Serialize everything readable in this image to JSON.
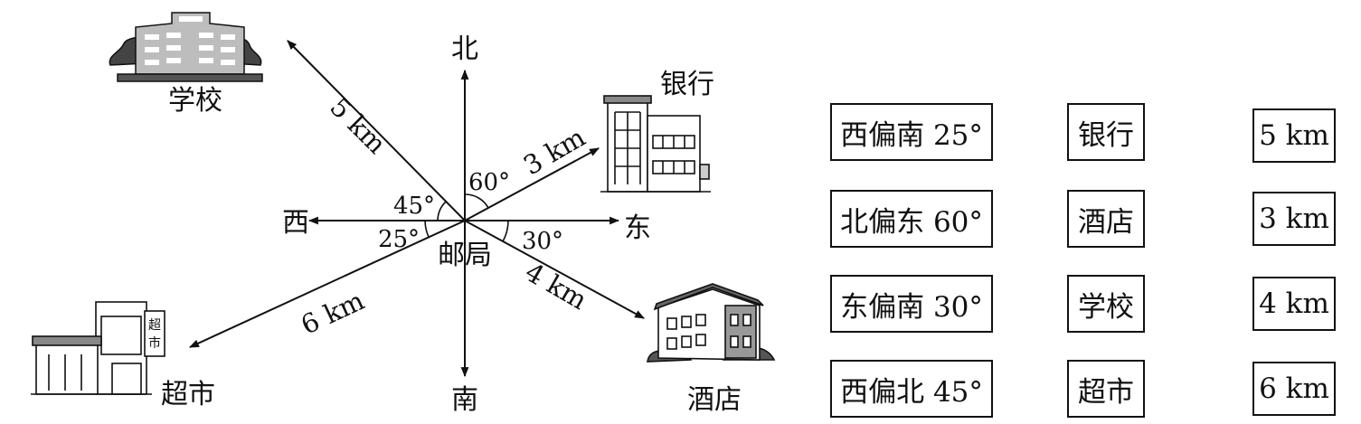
{
  "diagram": {
    "center_label": "邮局",
    "compass": {
      "north": "北",
      "south": "南",
      "east": "东",
      "west": "西"
    },
    "places": {
      "school": "学校",
      "bank": "银行",
      "hotel": "酒店",
      "supermarket": "超市",
      "supermarket_sign": [
        "超",
        "市"
      ]
    },
    "angles": {
      "school": "45°",
      "bank": "60°",
      "hotel": "30°",
      "supermarket": "25°"
    },
    "distances": {
      "school": "5 km",
      "bank": "3 km",
      "hotel": "4 km",
      "supermarket": "6 km"
    }
  },
  "matching": {
    "directions": [
      "西偏南 25°",
      "北偏东 60°",
      "东偏南 30°",
      "西偏北 45°"
    ],
    "places": [
      "银行",
      "酒店",
      "学校",
      "超市"
    ],
    "distances": [
      "5 km",
      "3 km",
      "4 km",
      "6 km"
    ]
  }
}
